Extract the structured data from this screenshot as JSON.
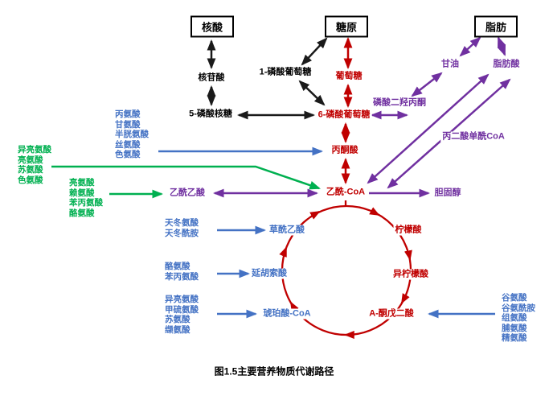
{
  "diagram": {
    "caption": "图1.5主要营养物质代谢路径",
    "boxes": {
      "nucleic_acid": "核酸",
      "glycogen": "糖原",
      "fat": "脂肪"
    },
    "nodes": {
      "nucleotide": "核苷酸",
      "ribose5p": "5-磷酸核糖",
      "glucose1p": "1-磷酸葡萄糖",
      "glucose": "葡萄糖",
      "glucose6p": "6-磷酸葡萄糖",
      "pyruvate": "丙酮酸",
      "acetyl_coa": "乙酰-CoA",
      "glycerol": "甘油",
      "fatty_acid": "脂肪酸",
      "dhap": "磷酸二羟丙酮",
      "malonyl_coa": "丙二酸单酰CoA",
      "cholesterol": "胆固醇",
      "acetoacetate": "乙酰乙酸",
      "citrate": "柠檬酸",
      "isocitrate": "异柠檬酸",
      "alpha_kg": "A-酮戊二酸",
      "oxaloacetate": "草酰乙酸",
      "fumarate": "延胡索酸",
      "succinyl_coa": "琥珀酸-CoA"
    },
    "amino_groups": {
      "ketogenic_far_left": [
        "异亮氨酸",
        "亮氨酸",
        "苏氨酸",
        "色氨酸"
      ],
      "ketogenic_left": [
        "亮氨酸",
        "赖氨酸",
        "苯丙氨酸",
        "酪氨酸"
      ],
      "glucogenic_pyruvate": [
        "丙氨酸",
        "甘氨酸",
        "半胱氨酸",
        "丝氨酸",
        "色氨酸"
      ],
      "to_oxaloacetate": [
        "天冬氨酸",
        "天冬酰胺"
      ],
      "to_fumarate": [
        "酪氨酸",
        "苯丙氨酸"
      ],
      "to_succinyl": [
        "异亮氨酸",
        "甲硫氨酸",
        "苏氨酸",
        "缬氨酸"
      ],
      "to_alpha_kg": [
        "谷氨酸",
        "谷氨酰胺",
        "组氨酸",
        "脯氨酸",
        "精氨酸"
      ]
    },
    "colors": {
      "red": "#c00000",
      "purple": "#7030a0",
      "blue": "#4472c4",
      "green": "#00b050"
    }
  }
}
